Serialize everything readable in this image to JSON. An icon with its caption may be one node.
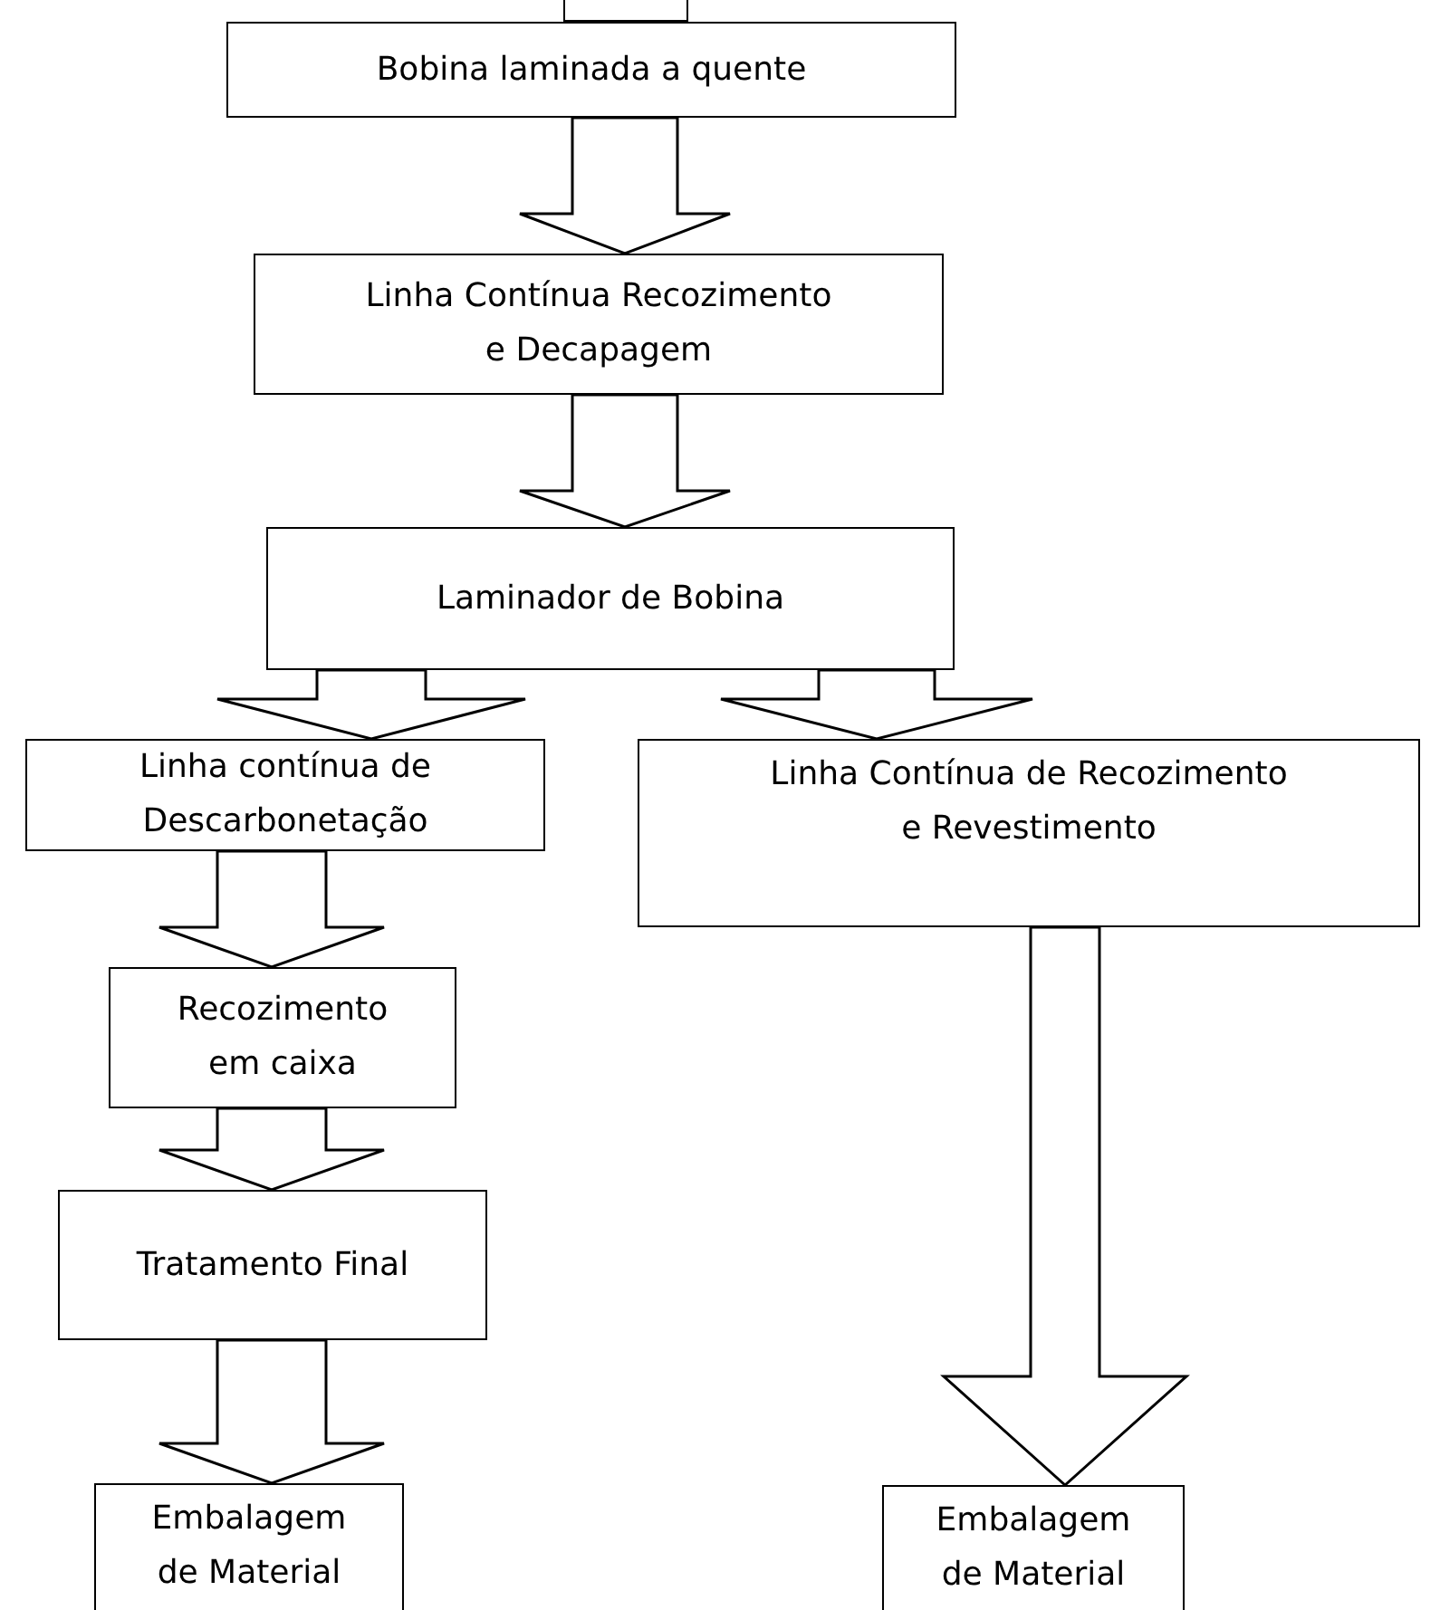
{
  "diagram": {
    "nodes": [
      {
        "text": [],
        "shape": "box"
      },
      {
        "text": [
          "Bobina laminada a quente"
        ]
      },
      {
        "text": [
          "Linha Contínua Recozimento e Decapagem"
        ]
      },
      {
        "text": [
          "Laminador de Bobina"
        ]
      },
      {
        "text": [
          "Linha contínua de Descarbonetação"
        ]
      },
      {
        "text": [
          "Linha Contínua de Recozimento e Revestimento"
        ]
      },
      {
        "text": [
          "Recozimento em caixa"
        ]
      },
      {
        "text": [
          "Tratamento Final"
        ]
      },
      {
        "text": [
          "Embalagem de Material"
        ]
      },
      {
        "text": [
          "Embalagem de Material"
        ]
      }
    ],
    "edges": [
      {
        "from": 1,
        "to": 2,
        "arrow": "to"
      },
      {
        "from": 2,
        "to": 3,
        "arrow": "to"
      },
      {
        "from": 3,
        "to": 4,
        "arrow": "to"
      },
      {
        "from": 3,
        "to": 5,
        "arrow": "to"
      },
      {
        "from": 4,
        "to": 6,
        "arrow": "to"
      },
      {
        "from": 6,
        "to": 7,
        "arrow": "to"
      },
      {
        "from": 7,
        "to": 8,
        "arrow": "to"
      },
      {
        "from": 5,
        "to": 9,
        "arrow": "to"
      }
    ]
  }
}
